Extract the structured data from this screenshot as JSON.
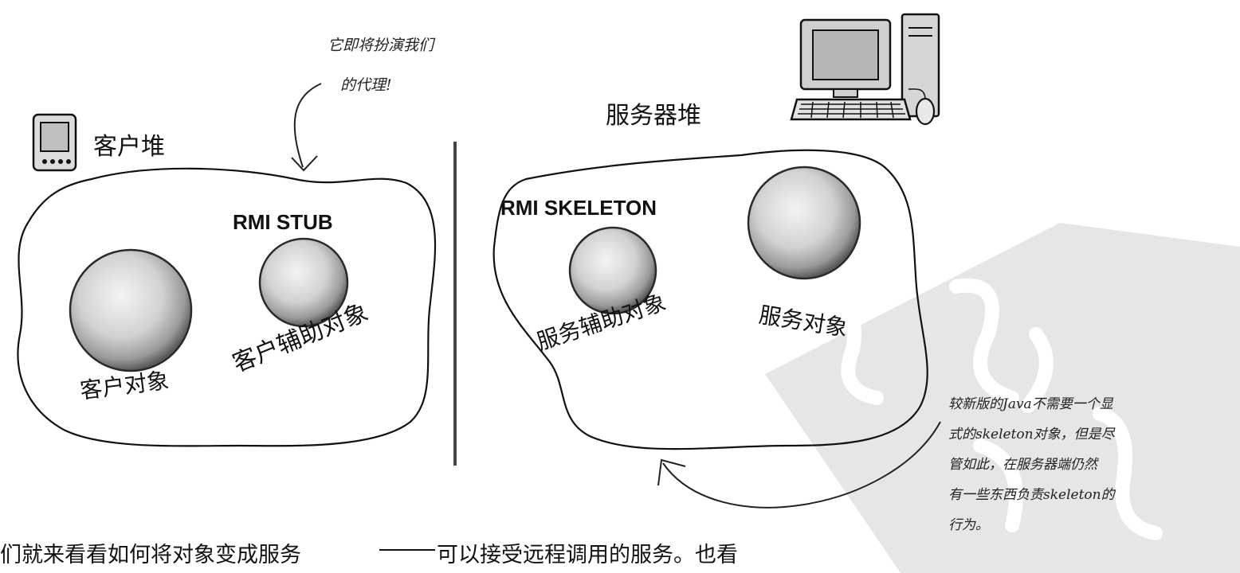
{
  "client": {
    "heap_label": "客户堆",
    "stub_label": "RMI STUB",
    "client_object_label": "客户对象",
    "client_helper_label": "客户辅助对象"
  },
  "server": {
    "heap_label": "服务器堆",
    "skeleton_label": "RMI SKELETON",
    "service_helper_label": "服务辅助对象",
    "service_object_label": "服务对象"
  },
  "notes": {
    "proxy_line1": "它即将扮演我们",
    "proxy_line2": "的代理!",
    "skeleton_line1": "较新版的Java不需要一个显",
    "skeleton_line2": "式的skeleton对象，但是尽",
    "skeleton_line3": "管如此，在服务器端仍然",
    "skeleton_line4": "有一些东西负责skeleton的",
    "skeleton_line5": "行为。"
  },
  "body_text": {
    "left": "们就来看看如何将对象变成服务",
    "right": "可以接受远程调用的服务。也看"
  },
  "icons": [
    "pda-icon",
    "desktop-computer-icon",
    "curved-arrow-icon"
  ],
  "colors": {
    "ink": "#111111",
    "watermark": "#e3e3e3"
  }
}
